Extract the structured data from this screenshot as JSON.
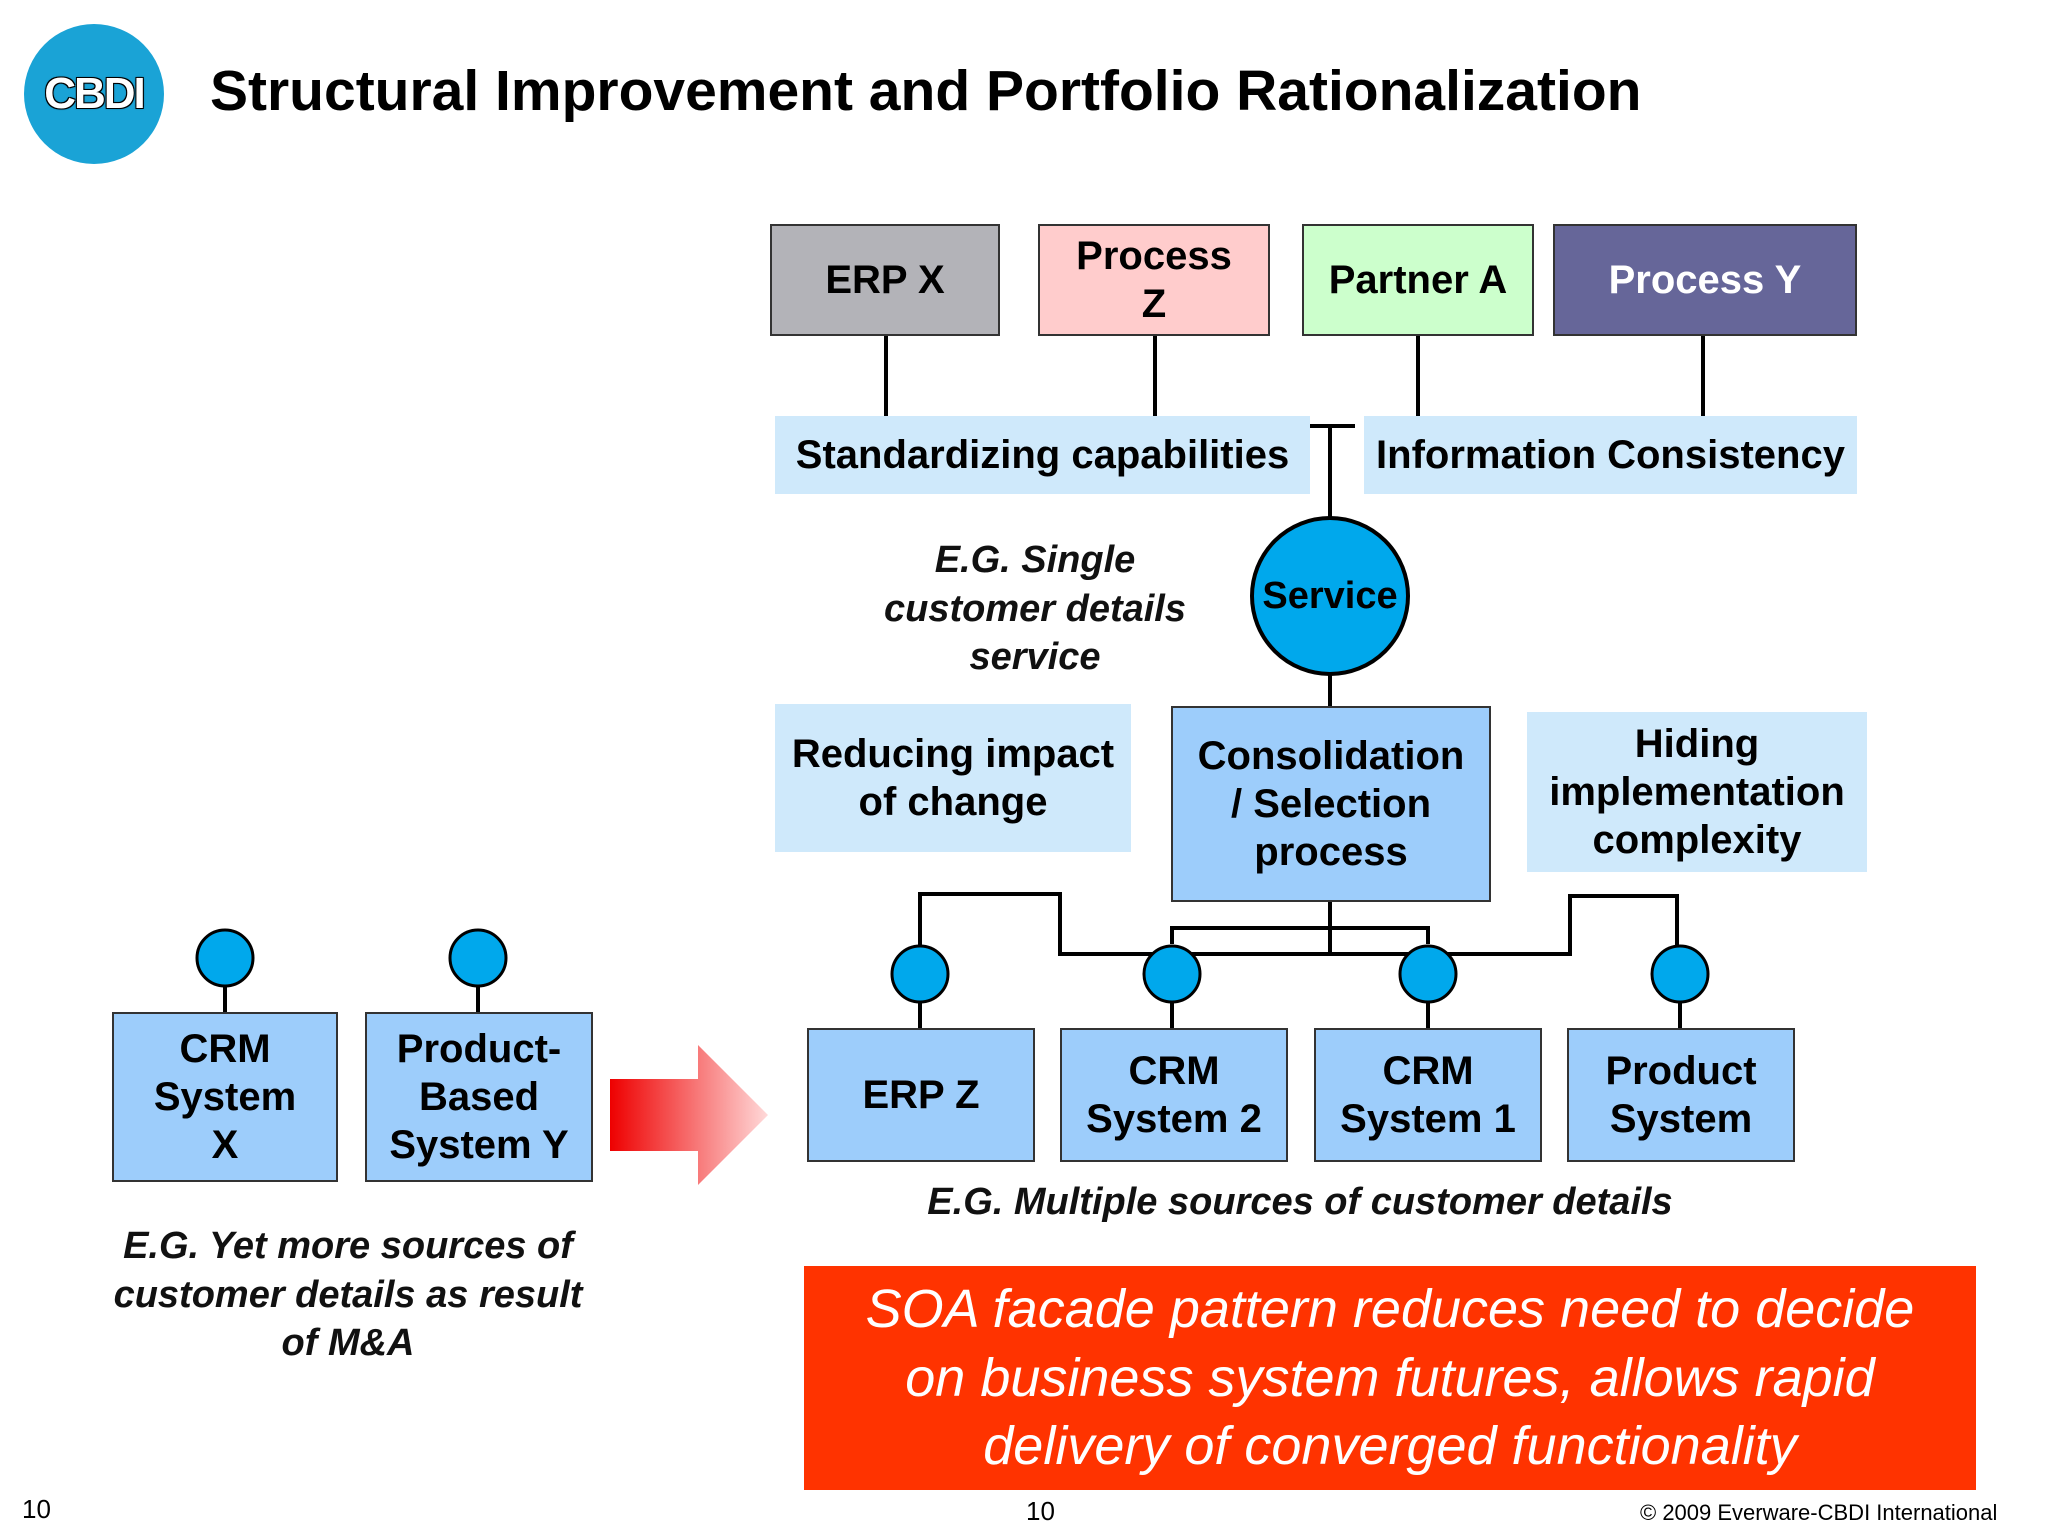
{
  "header": {
    "title": "Structural Improvement and Portfolio Rationalization",
    "logo_text": "CBDI"
  },
  "top_boxes": [
    {
      "label": "ERP X",
      "color": "#b3b3b8"
    },
    {
      "label": "Process Z",
      "color": "#ffcccc"
    },
    {
      "label": "Partner A",
      "color": "#ccffcc"
    },
    {
      "label": "Process Y",
      "color": "#666699"
    }
  ],
  "capabilities": {
    "left": "Standardizing capabilities",
    "right": "Information Consistency"
  },
  "service": {
    "label": "Service",
    "note": "E.G. Single customer details service"
  },
  "middle": {
    "reducing": "Reducing impact of change",
    "consolidation": "Consolidation / Selection process",
    "hiding": "Hiding implementation complexity"
  },
  "left_systems": [
    {
      "label": "CRM System X"
    },
    {
      "label": "Product-Based System Y"
    }
  ],
  "left_note": "E.G. Yet more sources of customer details as result of M&A",
  "right_systems": [
    {
      "label": "ERP Z"
    },
    {
      "label": "CRM System 2"
    },
    {
      "label": "CRM System 1"
    },
    {
      "label": "Product System"
    }
  ],
  "right_note": "E.G. Multiple sources of customer details",
  "banner": "SOA facade pattern reduces need to decide on business system futures, allows rapid delivery of converged functionality",
  "footer": {
    "left_page": "10",
    "center_page": "10",
    "copyright": "© 2009 Everware-CBDI International"
  },
  "colors": {
    "service_blue": "#00a8ec",
    "system_blue": "#9dcdfb",
    "light_blue": "#cfe9fb",
    "banner_red": "#ff3300"
  }
}
